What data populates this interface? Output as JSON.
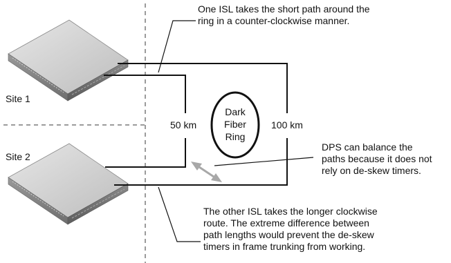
{
  "sites": {
    "site1": "Site 1",
    "site2": "Site 2"
  },
  "distances": {
    "short": "50 km",
    "long": "100 km"
  },
  "ring": {
    "line1": "Dark",
    "line2": "Fiber",
    "line3": "Ring"
  },
  "callouts": {
    "top": {
      "line1": "One ISL takes the short path around the",
      "line2": "ring in a counter-clockwise manner."
    },
    "right": {
      "line1": "DPS can balance the",
      "line2": "paths because it does not",
      "line3": "rely on de-skew timers."
    },
    "bottom": {
      "line1": "The other ISL takes the longer clockwise",
      "line2": "route. The extreme difference between",
      "line3": "path lengths would prevent the de-skew",
      "line4": "timers in frame trunking from working."
    }
  }
}
